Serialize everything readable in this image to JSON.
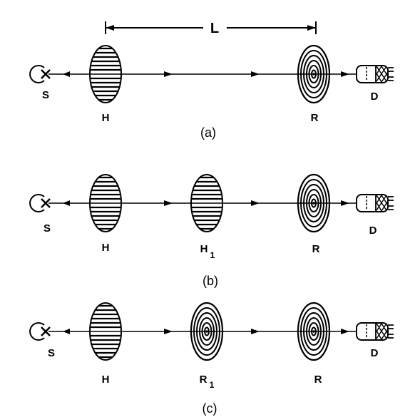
{
  "top": {
    "distance_label": "L"
  },
  "panels": [
    {
      "caption": "(a)",
      "elements": [
        {
          "label": "S",
          "kind": "source"
        },
        {
          "label": "H",
          "kind": "hologram"
        },
        {
          "label": "R",
          "kind": "zone-plate"
        },
        {
          "label": "D",
          "kind": "detector"
        }
      ]
    },
    {
      "caption": "(b)",
      "elements": [
        {
          "label": "S",
          "kind": "source"
        },
        {
          "label": "H",
          "kind": "hologram"
        },
        {
          "label": "H",
          "sub": "1",
          "kind": "hologram"
        },
        {
          "label": "R",
          "kind": "zone-plate"
        },
        {
          "label": "D",
          "kind": "detector"
        }
      ]
    },
    {
      "caption": "(c)",
      "elements": [
        {
          "label": "S",
          "kind": "source"
        },
        {
          "label": "H",
          "kind": "hologram"
        },
        {
          "label": "R",
          "sub": "1",
          "kind": "zone-plate"
        },
        {
          "label": "R",
          "kind": "zone-plate"
        },
        {
          "label": "D",
          "kind": "detector"
        }
      ]
    }
  ]
}
